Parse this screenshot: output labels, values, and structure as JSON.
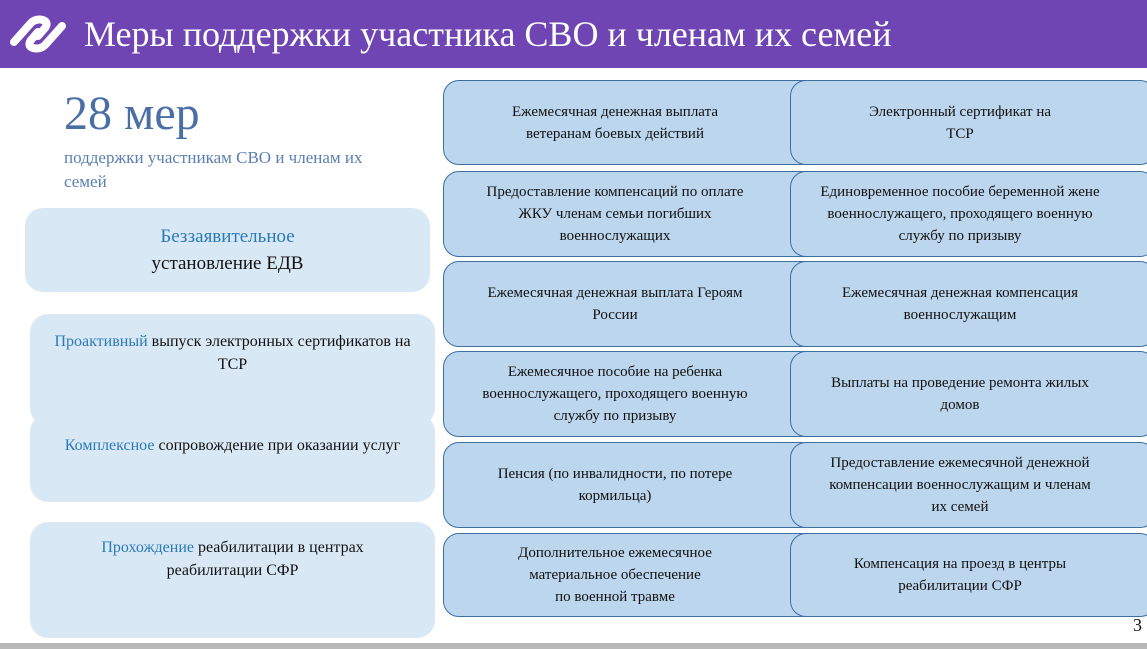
{
  "header": {
    "title": "Меры поддержки участника СВО и членам их семей"
  },
  "summary": {
    "count": "28 мер",
    "subtitle": "поддержки участникам СВО и членам их семей"
  },
  "left_boxes": [
    {
      "highlight": "Беззаявительное",
      "text": "установление ЕДВ"
    },
    {
      "highlight": "Проактивный",
      "text": " выпуск электронных сертификатов на ТСР"
    },
    {
      "highlight": "Комплексное",
      "text": " сопровождение при оказании услуг"
    },
    {
      "highlight": "Прохождение",
      "text": " реабилитации в центрах реабилитации СФР"
    }
  ],
  "cards_left": [
    [
      "Ежемесячная денежная выплата",
      "ветеранам боевых действий"
    ],
    [
      "Предоставление компенсаций по оплате",
      "ЖКУ членам семьи погибших",
      "военнослужащих"
    ],
    [
      "Ежемесячная денежная выплата Героям",
      "России"
    ],
    [
      "Ежемесячное пособие на ребенка",
      "военнослужащего, проходящего военную",
      "службу по призыву"
    ],
    [
      "Пенсия (по инвалидности, по потере",
      "кормильца)"
    ],
    [
      "Дополнительное ежемесячное",
      "материальное обеспечение",
      "по военной травме"
    ]
  ],
  "cards_right": [
    [
      "Электронный сертификат на",
      "ТСР"
    ],
    [
      "Единовременное пособие беременной жене",
      "военнослужащего, проходящего военную",
      "службу по призыву"
    ],
    [
      "Ежемесячная денежная компенсация",
      "военнослужащим"
    ],
    [
      "Выплаты на проведение ремонта жилых",
      "домов"
    ],
    [
      "Предоставление ежемесячной денежной",
      "компенсации военнослужащим и членам",
      "их семей"
    ],
    [
      "Компенсация на проезд в центры",
      "реабилитации СФР"
    ]
  ],
  "page_number": "3",
  "colors": {
    "header_bg": "#6e45b3",
    "card_bg": "#bcd6ee",
    "card_border": "#3f6fa0",
    "left_box_bg": "#d9e8f5",
    "highlight": "#2b7ab8",
    "count": "#4a6fa5"
  },
  "icons": {
    "logo": "sfr-logo-icon"
  }
}
